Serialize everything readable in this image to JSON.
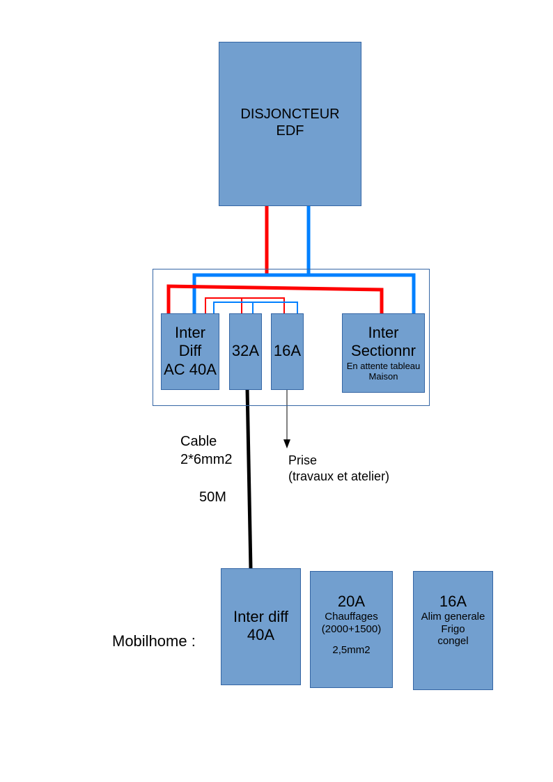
{
  "colors": {
    "box_fill": "#729fcf",
    "box_border": "#3465a4",
    "phase_wire": "#ff0000",
    "neutral_wire": "#0080ff",
    "cable": "#000000"
  },
  "main_breaker": {
    "line1": "DISJONCTEUR",
    "line2": "EDF"
  },
  "panel": {
    "inter_diff": {
      "line1": "Inter",
      "line2": "Diff",
      "line3": "AC 40A"
    },
    "breaker_32": "32A",
    "breaker_16": "16A",
    "inter_section": {
      "line1": "Inter",
      "line2": "Sectionnr",
      "note1": "En attente tableau",
      "note2": "Maison"
    }
  },
  "cable": {
    "line1": "Cable",
    "line2": "2*6mm2",
    "length": "50M"
  },
  "socket": {
    "line1": "Prise",
    "line2": "(travaux et atelier)"
  },
  "mobilhome": {
    "label": "Mobilhome :",
    "inter_diff": {
      "line1": "Inter diff",
      "line2": "40A"
    },
    "heating": {
      "rating": "20A",
      "line1": "Chauffages",
      "line2": "(2000+1500)",
      "line3": "2,5mm2"
    },
    "general": {
      "rating": "16A",
      "line1": "Alim generale",
      "line2": "Frigo",
      "line3": "congel"
    }
  }
}
